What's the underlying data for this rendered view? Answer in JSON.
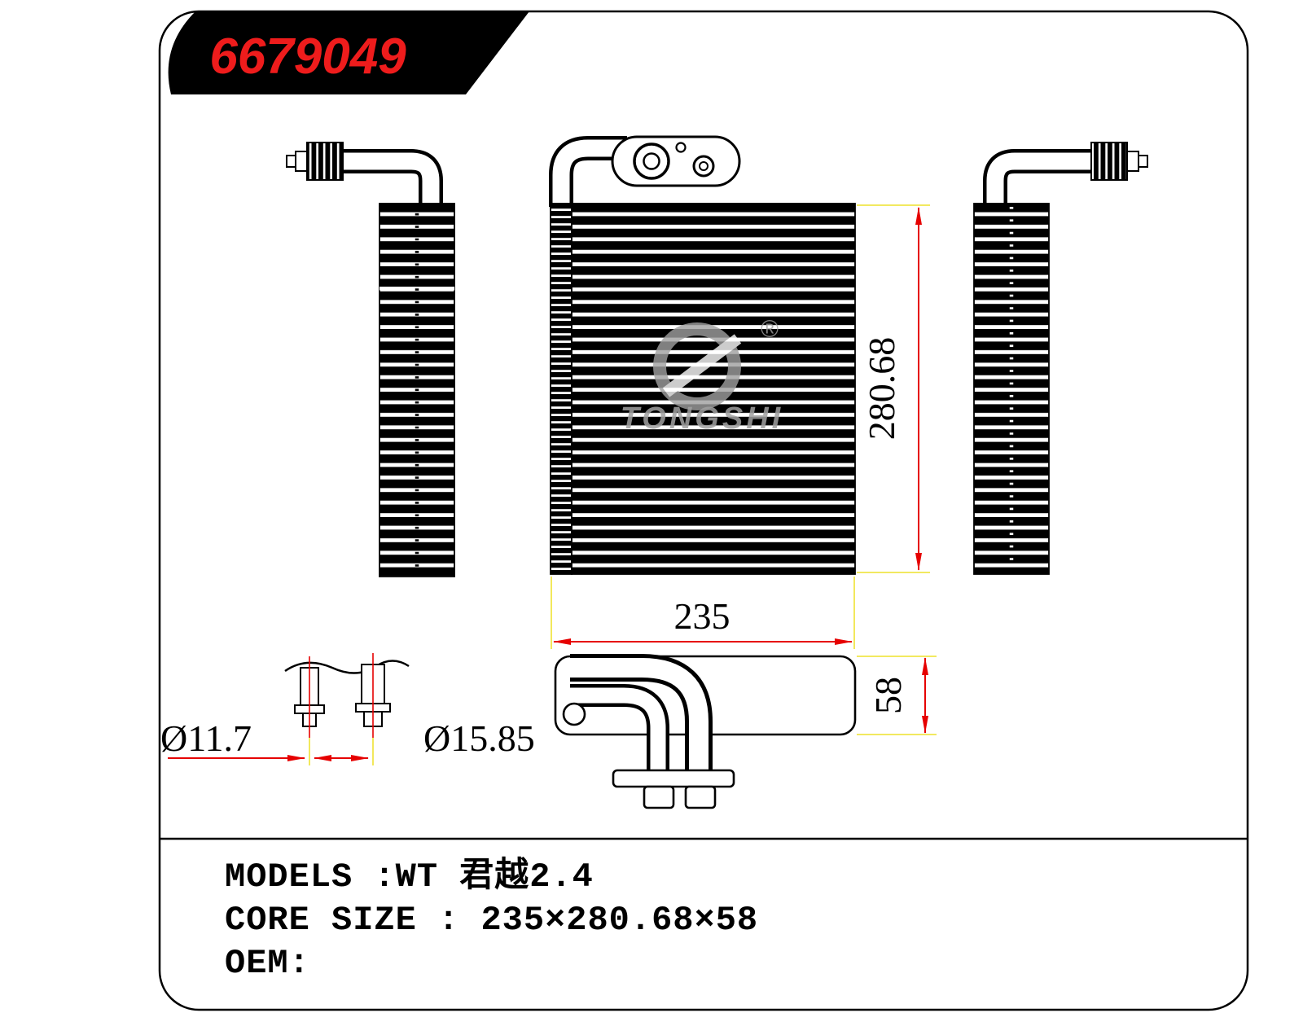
{
  "title_block": {
    "part_number": "6679049"
  },
  "watermark": {
    "brand": "TONGSHI",
    "registered_mark": "®"
  },
  "dimensions": {
    "core_height": "280.68",
    "core_width": "235",
    "core_depth": "58",
    "pipe_diameter_small": "Ø11.7",
    "pipe_diameter_large": "Ø15.85"
  },
  "info_block": {
    "models_line": "MODELS :WT 君越2.4",
    "core_size_line": "CORE SIZE : 235×280.68×58",
    "oem_line": "OEM:"
  },
  "colors": {
    "part_number_red": "#ee1c1c",
    "dimension_red": "#e60000",
    "extension_yellow": "#f0e64a",
    "drawing_black": "#000000",
    "watermark_gray": "#a0a0a0"
  }
}
